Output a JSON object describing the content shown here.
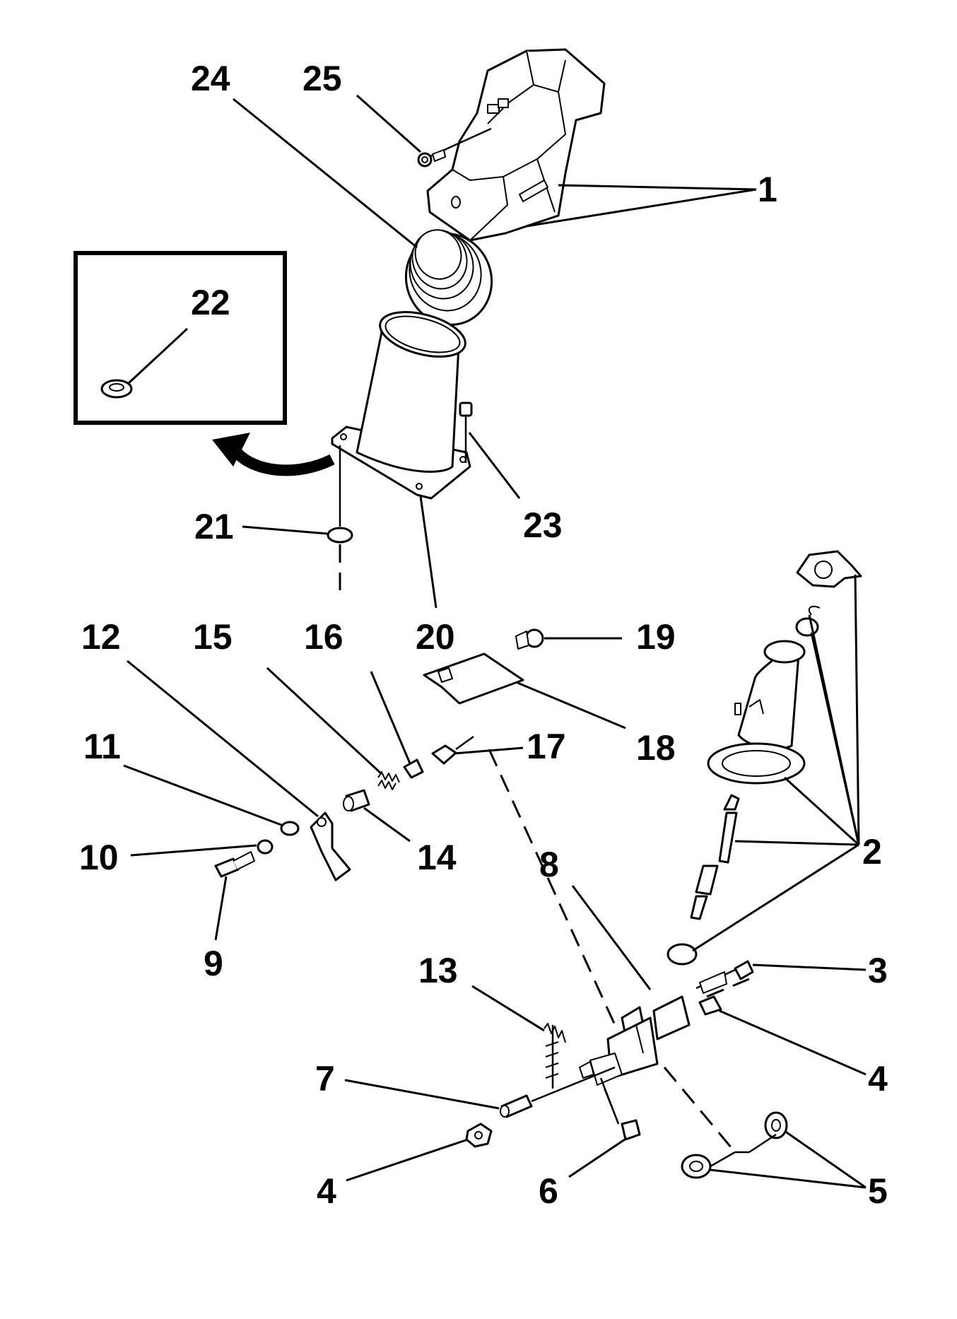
{
  "callouts": [
    {
      "id": "1",
      "label": "1"
    },
    {
      "id": "2",
      "label": "2"
    },
    {
      "id": "3",
      "label": "3"
    },
    {
      "id": "4a",
      "label": "4"
    },
    {
      "id": "4b",
      "label": "4"
    },
    {
      "id": "5",
      "label": "5"
    },
    {
      "id": "6",
      "label": "6"
    },
    {
      "id": "7",
      "label": "7"
    },
    {
      "id": "8",
      "label": "8"
    },
    {
      "id": "9",
      "label": "9"
    },
    {
      "id": "10",
      "label": "10"
    },
    {
      "id": "11",
      "label": "11"
    },
    {
      "id": "12",
      "label": "12"
    },
    {
      "id": "13",
      "label": "13"
    },
    {
      "id": "14",
      "label": "14"
    },
    {
      "id": "15",
      "label": "15"
    },
    {
      "id": "16",
      "label": "16"
    },
    {
      "id": "17",
      "label": "17"
    },
    {
      "id": "18",
      "label": "18"
    },
    {
      "id": "19",
      "label": "19"
    },
    {
      "id": "20",
      "label": "20"
    },
    {
      "id": "21",
      "label": "21"
    },
    {
      "id": "22",
      "label": "22"
    },
    {
      "id": "23",
      "label": "23"
    },
    {
      "id": "24",
      "label": "24"
    },
    {
      "id": "25",
      "label": "25"
    }
  ]
}
